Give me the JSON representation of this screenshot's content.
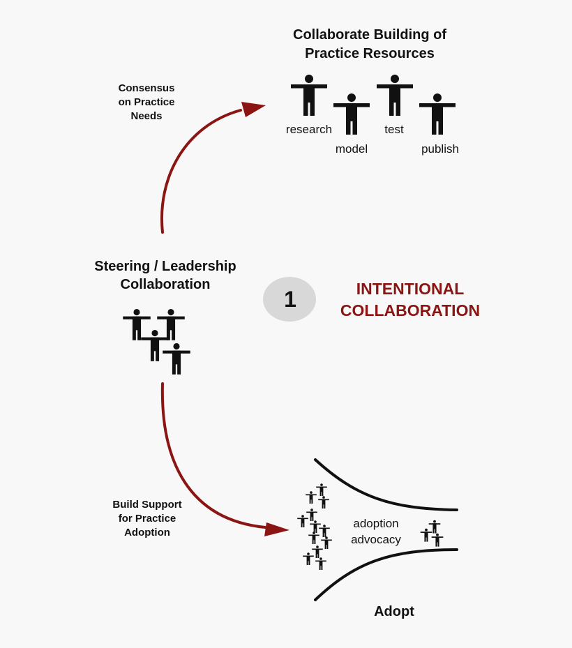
{
  "top_group": {
    "title_line1": "Collaborate Building of",
    "title_line2": "Practice Resources"
  },
  "arrow_up_label": {
    "line1": "Consensus",
    "line2": "on Practice",
    "line3": "Needs"
  },
  "resource_roles": {
    "research": "research",
    "model": "model",
    "test": "test",
    "publish": "publish"
  },
  "steering": {
    "line1": "Steering / Leadership",
    "line2": "Collaboration"
  },
  "stage": {
    "number": "1",
    "title_line1": "INTENTIONAL",
    "title_line2": "COLLABORATION"
  },
  "arrow_down_label": {
    "line1": "Build Support",
    "line2": "for Practice",
    "line3": "Adoption"
  },
  "funnel": {
    "line1": "adoption",
    "line2": "advocacy",
    "caption": "Adopt"
  },
  "colors": {
    "arrow": "#8b1513",
    "accent_text": "#8b1513",
    "badge": "#d8d8d8",
    "ink": "#111111",
    "background": "#f8f8f8"
  },
  "icons": {
    "figure": "person-icon",
    "badge": "stage-badge"
  }
}
